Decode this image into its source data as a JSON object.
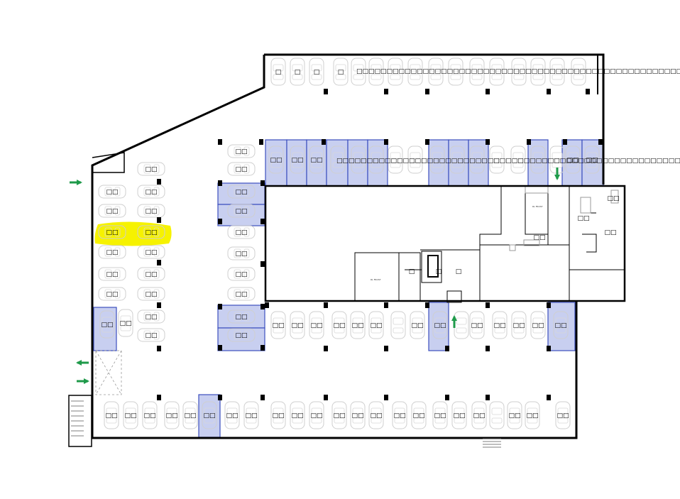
{
  "plan": {
    "space_label": "□□",
    "top_row_label": "□□□□□□□□□□□□□□□□□□□□□□□□□□□□□□□□□□□□□□□□□□□□□□□□□□□□□□□□□□□□□□□□□□□□□□□□□□□□□□□□□",
    "mid_row_label": "□□□□□□□□□□□□□□□□□□□□□□□□□□□□□□□□□□□□□□□□□□□□□□□□□□□□□□□□□□□□□□□□□□□□□□□□□□□□□□□",
    "single_label": "□",
    "room_label_a": "RL FROST",
    "room_label_b": "RL FROST",
    "colors": {
      "wall": "#000000",
      "outline": "#c8c8c8",
      "blue_fill": "#c8cff0",
      "blue_stroke": "#3c4fbf",
      "highlight": "#f6f200",
      "arrow": "#1f9a4a"
    },
    "highlighted_space": "left-column-row-4",
    "entrance_arrows": [
      "right",
      "left",
      "right",
      "up",
      "down"
    ]
  }
}
